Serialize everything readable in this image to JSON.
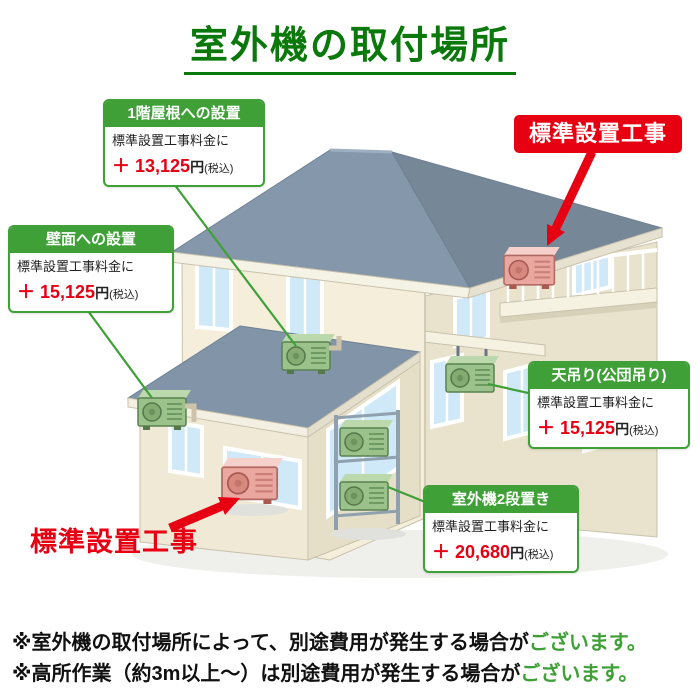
{
  "page": {
    "title": "室外機の取付場所",
    "background": "#ffffff"
  },
  "colors": {
    "accent_green": "#3fa037",
    "title_green": "#0a780a",
    "accent_red": "#e60012",
    "roof_gray": "#8597ab",
    "wall_cream": "#f4eeda"
  },
  "callouts": {
    "roof_1f": {
      "header": "1階屋根への設置",
      "body": "標準設置工事料金に",
      "price": "＋ 13,125",
      "unit": "円",
      "tax": "(税込)"
    },
    "wall": {
      "header": "壁面への設置",
      "body": "標準設置工事料金に",
      "price": "＋ 15,125",
      "unit": "円",
      "tax": "(税込)"
    },
    "ceiling": {
      "header": "天吊り(公団吊り)",
      "body": "標準設置工事料金に",
      "price": "＋ 15,125",
      "unit": "円",
      "tax": "(税込)"
    },
    "stack": {
      "header": "室外機2段置き",
      "body": "標準設置工事料金に",
      "price": "＋ 20,680",
      "unit": "円",
      "tax": "(税込)"
    },
    "standard_top": {
      "label": "標準設置工事"
    },
    "standard_bottom": {
      "label": "標準設置工事"
    }
  },
  "notes": [
    {
      "text": "※室外機の取付場所によって、別途費用が発生する場合が",
      "suffix": "ございます。"
    },
    {
      "text": "※高所作業（約3m以上〜）は別途費用が発生する場合が",
      "suffix": "ございます。"
    }
  ]
}
